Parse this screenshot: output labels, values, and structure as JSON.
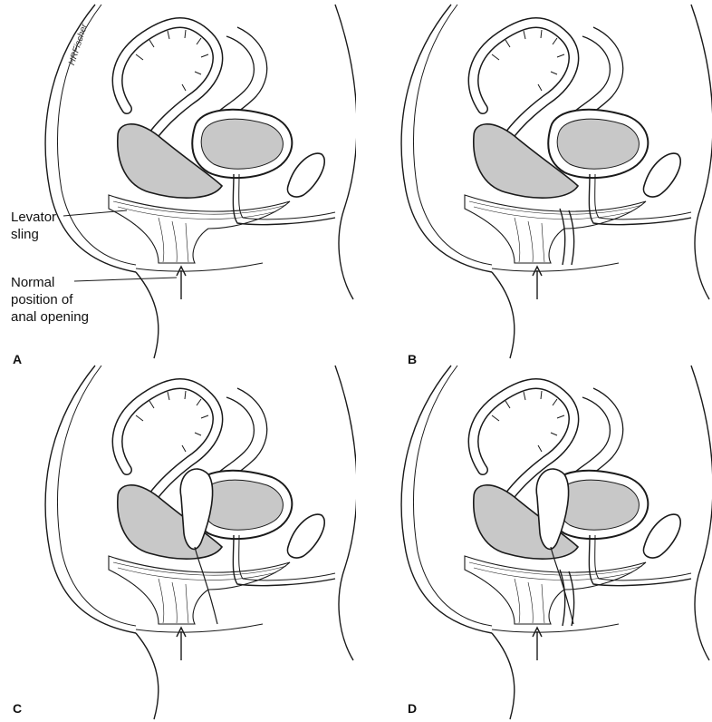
{
  "artist_signature": "HRFischer",
  "labels": {
    "levator": [
      "Levator",
      "sling"
    ],
    "anal": [
      "Normal",
      "position of",
      "anal opening"
    ]
  },
  "panels": [
    {
      "id": "A",
      "letter": "A",
      "uterus": false,
      "defect": false
    },
    {
      "id": "B",
      "letter": "B",
      "uterus": false,
      "defect": true
    },
    {
      "id": "C",
      "letter": "C",
      "uterus": true,
      "defect": false
    },
    {
      "id": "D",
      "letter": "D",
      "uterus": true,
      "defect": true
    }
  ],
  "colors": {
    "organ_fill": "#c8c8c8",
    "stroke": "#1a1a1a",
    "background": "#ffffff"
  }
}
